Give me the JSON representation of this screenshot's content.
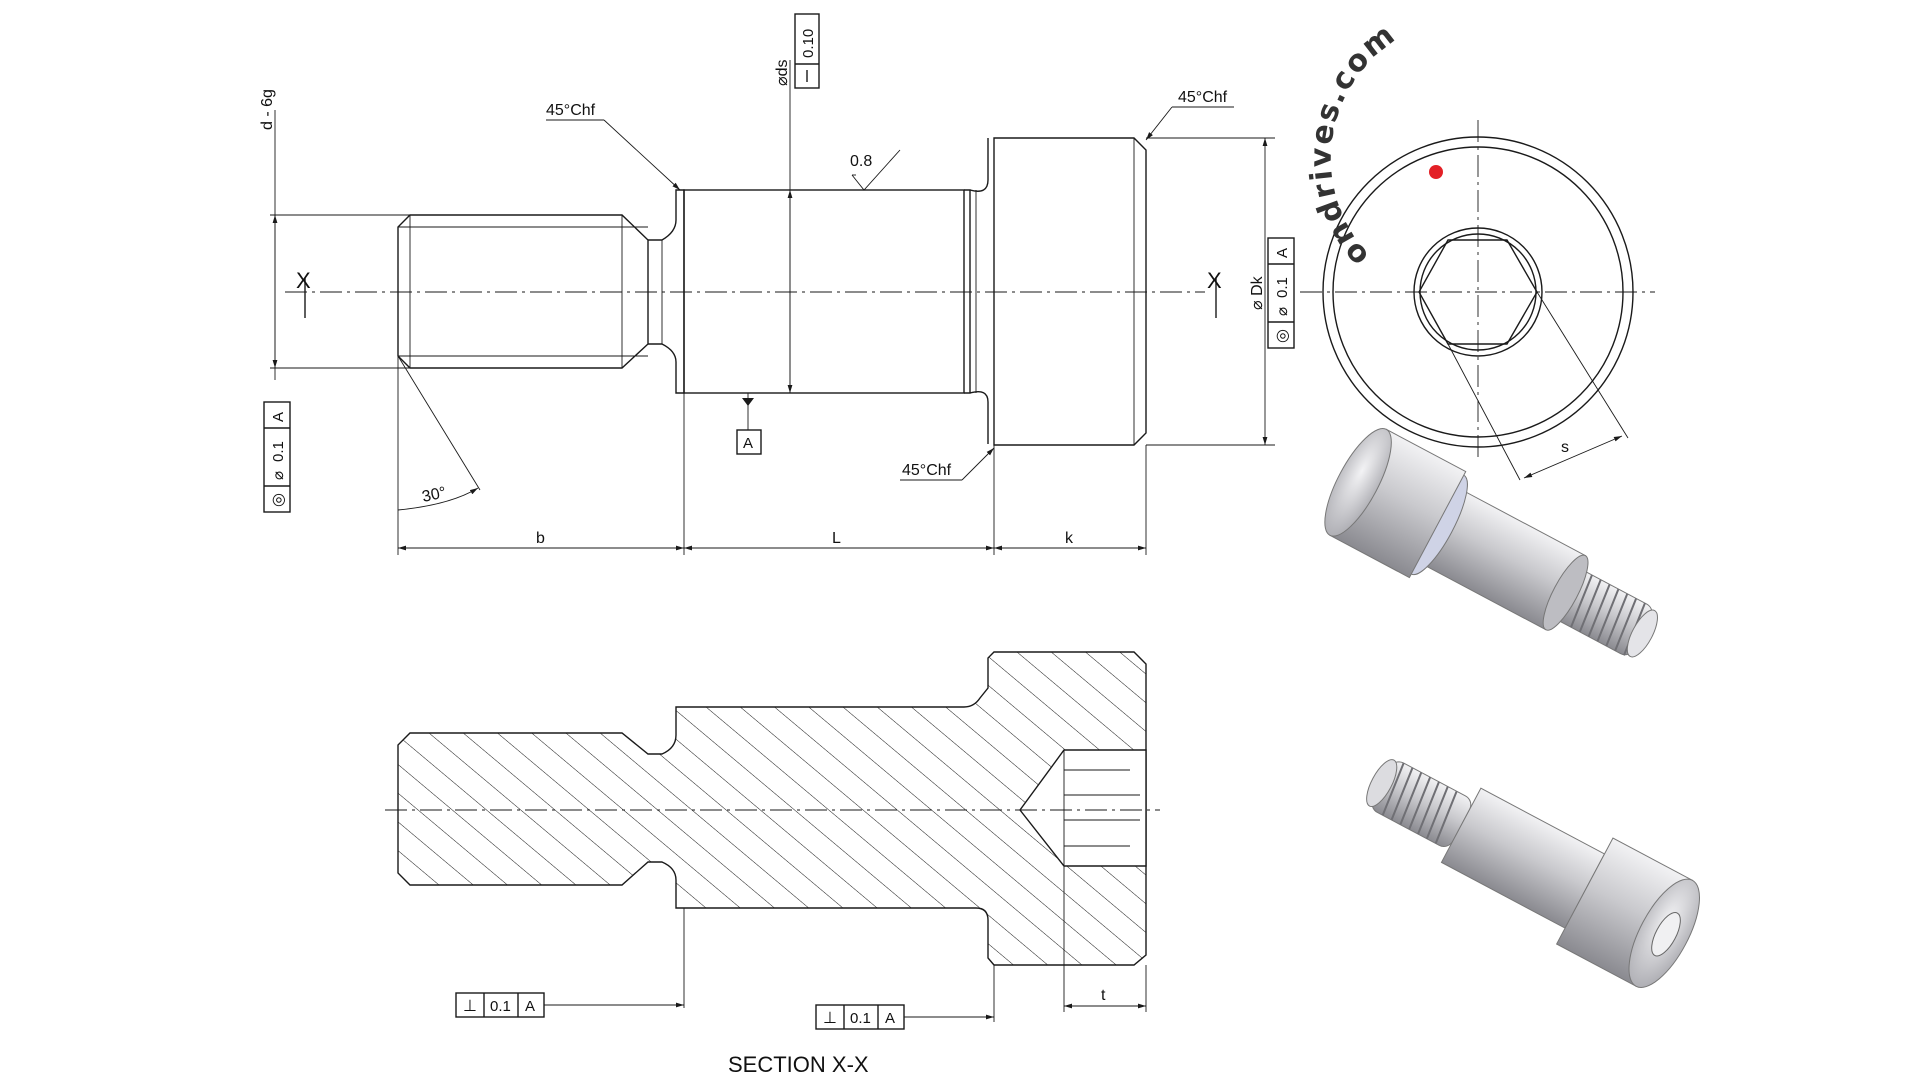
{
  "labels": {
    "d_6g": "d - 6g",
    "chf_left": "45°Chf",
    "chf_top_right": "45°Chf",
    "chf_bottom": "45°Chf",
    "phi_ds": "⌀ds",
    "flatness_tol": "0.10",
    "roughness": "0.8",
    "x_left": "X",
    "x_right": "X",
    "phi_dk": "⌀ Dk",
    "datum_a": "A",
    "angle_30": "30°",
    "dim_b": "b",
    "dim_L": "L",
    "dim_k": "k",
    "dim_s": "s",
    "dim_t": "t",
    "section_title": "SECTION X-X"
  },
  "frames": {
    "left_conc": {
      "sym": "◎",
      "prefix": "⌀",
      "tol": "0.1",
      "datum": "A"
    },
    "right_conc": {
      "sym": "◎",
      "prefix": "⌀",
      "tol": "0.1",
      "datum": "A"
    },
    "perp_1": {
      "sym": "⊥",
      "tol": "0.1",
      "datum": "A"
    },
    "perp_2": {
      "sym": "⊥",
      "tol": "0.1",
      "datum": "A"
    },
    "datum_box": "A"
  },
  "logo_text": "ondrives.com",
  "colors": {
    "logo_dot": "#e32026",
    "line": "#1a1a1a",
    "metal_light": "#d9d9dc",
    "metal_dark": "#8a8a90"
  }
}
